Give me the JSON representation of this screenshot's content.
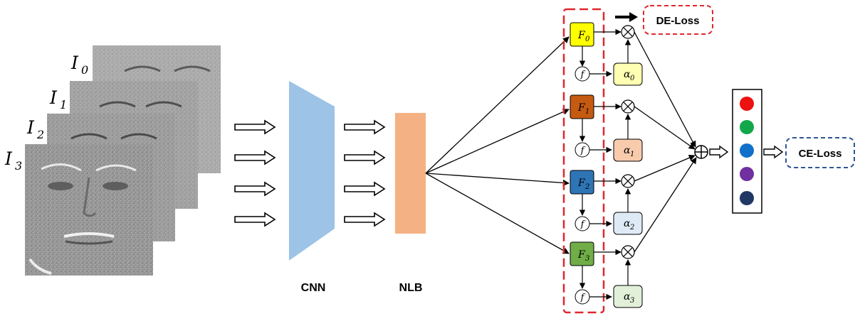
{
  "frames": [
    {
      "sym": "I",
      "sub": "0"
    },
    {
      "sym": "I",
      "sub": "1"
    },
    {
      "sym": "I",
      "sub": "2"
    },
    {
      "sym": "I",
      "sub": "3"
    }
  ],
  "modules": {
    "cnn_label": "CNN",
    "nlb_label": "NLB"
  },
  "branches": [
    {
      "f_sym": "F",
      "f_sub": "0",
      "a_sym": "α",
      "a_sub": "0",
      "fn": "f"
    },
    {
      "f_sym": "F",
      "f_sub": "1",
      "a_sym": "α",
      "a_sub": "1",
      "fn": "f"
    },
    {
      "f_sym": "F",
      "f_sub": "2",
      "a_sym": "α",
      "a_sub": "2",
      "fn": "f"
    },
    {
      "f_sym": "F",
      "f_sub": "3",
      "a_sym": "α",
      "a_sub": "3",
      "fn": "f"
    }
  ],
  "losses": {
    "de_loss": "DE-Loss",
    "ce_loss": "CE-Loss"
  },
  "colors": {
    "cnn": "#9dc3e6",
    "nlb": "#f4b183",
    "f_boxes": [
      "#ffff00",
      "#c55a11",
      "#2e75b6",
      "#70ad47"
    ],
    "alpha_boxes": [
      "#ffffb3",
      "#f8cbad",
      "#deebf7",
      "#e2f0d9"
    ],
    "dashed_red": "#e0282e",
    "dashed_blue": "#2f5597",
    "class_dots": [
      "#ee1111",
      "#12a84a",
      "#1170c8",
      "#7030a0",
      "#203864"
    ]
  }
}
